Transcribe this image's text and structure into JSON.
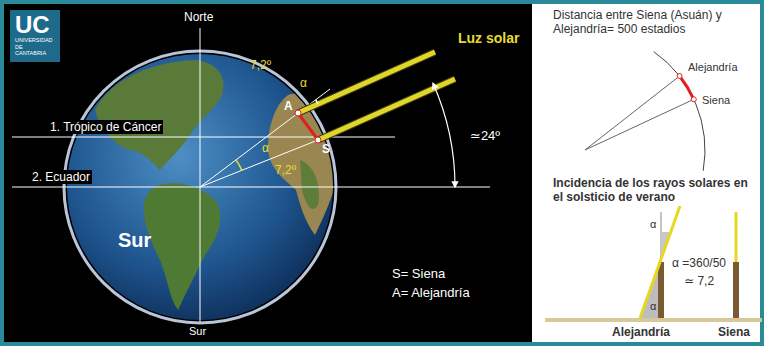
{
  "diagram": {
    "nodes": [
      {
        "text": [
          "UC",
          "UNIVERSIDAD DE CANTABRIA"
        ]
      }
    ],
    "labels": [
      "Norte",
      "Luz solar",
      "7,2º",
      "α",
      "A",
      "1. Trópico de Cáncer",
      "S",
      "≃24º",
      "α",
      "7,2º",
      "2. Ecuador",
      "S= Siena",
      "A= Alejandría",
      "Sur",
      "Sur",
      "Distancia entre Siena (Asuán) y Alejandría= 500 estadios",
      "Alejandría",
      "Siena",
      "Incidencia de los rayos solares en el solsticio de verano",
      "α",
      "α =360/50",
      "≃ 7,2",
      "α",
      "Alejandría",
      "Siena"
    ]
  }
}
